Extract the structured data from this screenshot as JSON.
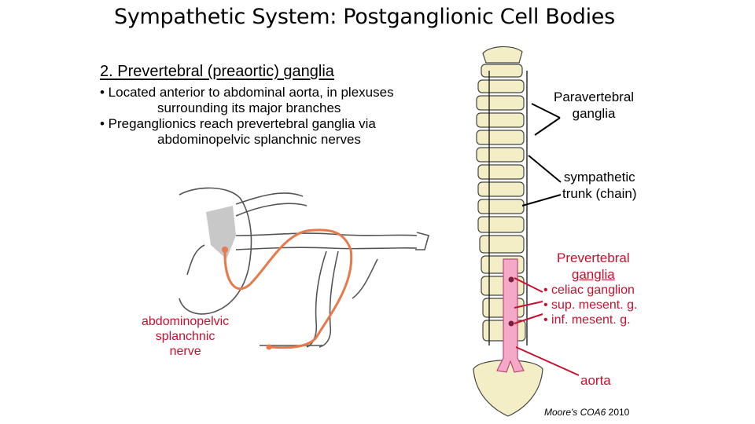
{
  "slide": {
    "title": "Sympathetic System: Postganglionic Cell Bodies",
    "subtitle": "2. Prevertebral (preaortic) ganglia",
    "bullets": [
      {
        "line1": "• Located anterior to abdominal aorta, in plexuses",
        "line2": "surrounding its major branches"
      },
      {
        "line1": "• Preganglionics reach prevertebral ganglia via",
        "line2": "abdominopelvic splanchnic nerves"
      }
    ]
  },
  "labels": {
    "paravertebral": {
      "line1": "Paravertebral",
      "line2": "ganglia"
    },
    "trunk": {
      "line1": "sympathetic",
      "line2": "trunk (chain)"
    },
    "prevertebral": {
      "line1": "Prevertebral",
      "line2": "ganglia"
    },
    "ganglia_list": [
      "• celiac ganglion",
      "• sup. mesent. g.",
      "• inf. mesent. g."
    ],
    "splanchnic": {
      "line1": "abdominopelvic",
      "line2": "splanchnic",
      "line3": "nerve"
    },
    "aorta": "aorta"
  },
  "citation": {
    "source": "Moore's COA6",
    "year": " 2010"
  },
  "colors": {
    "nerve": "#e8794a",
    "label_red": "#c8102e",
    "bone": "#f3eec5",
    "aorta": "#f5a9c8"
  }
}
